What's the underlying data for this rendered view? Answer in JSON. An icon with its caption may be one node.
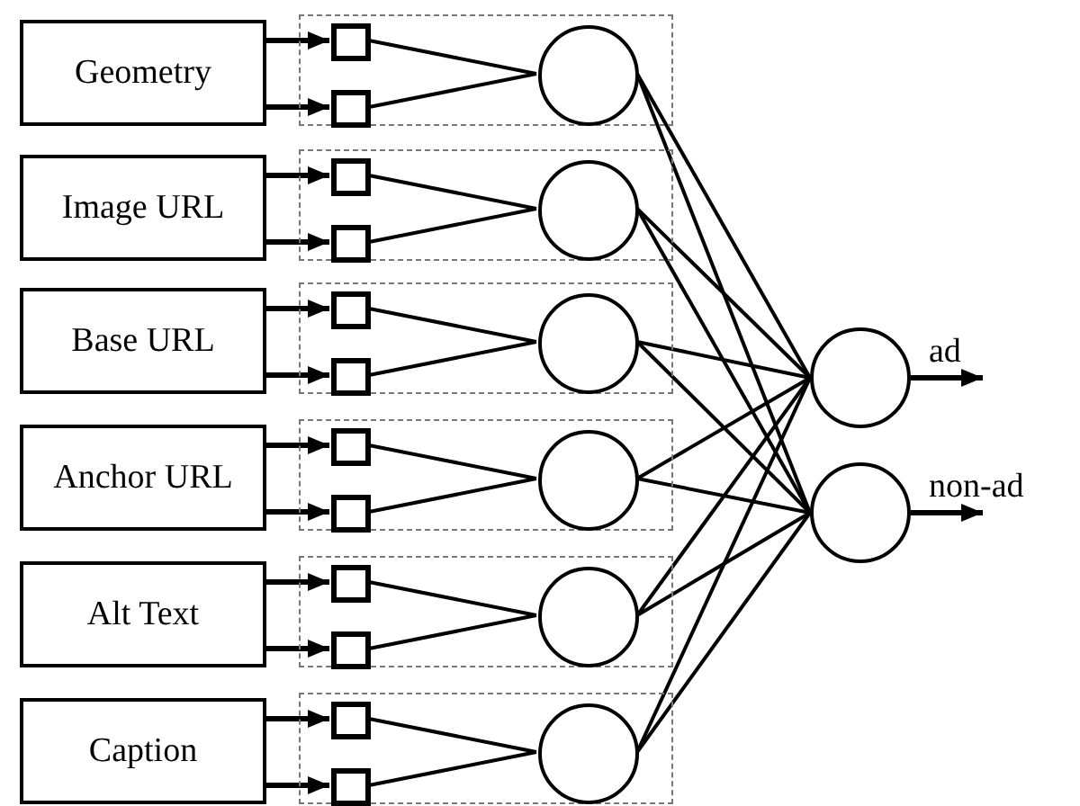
{
  "diagram": {
    "nodes": [
      {
        "text": [
          "Geometry"
        ]
      },
      {
        "text": [],
        "shape": "box"
      },
      {
        "text": [],
        "shape": "box",
        "in": 1
      },
      {
        "text": [],
        "shape": "box",
        "in": 1
      },
      {
        "text": [],
        "shape": "circle",
        "in": 1
      },
      {
        "text": [
          "Image URL"
        ]
      },
      {
        "text": [],
        "shape": "box"
      },
      {
        "text": [],
        "shape": "box",
        "in": 6
      },
      {
        "text": [],
        "shape": "box",
        "in": 6
      },
      {
        "text": [],
        "shape": "circle",
        "in": 6
      },
      {
        "text": [
          "Base URL"
        ]
      },
      {
        "text": [],
        "shape": "box"
      },
      {
        "text": [],
        "shape": "box",
        "in": 11
      },
      {
        "text": [],
        "shape": "box",
        "in": 11
      },
      {
        "text": [],
        "shape": "circle",
        "in": 11
      },
      {
        "text": [
          "Anchor URL"
        ]
      },
      {
        "text": [],
        "shape": "box"
      },
      {
        "text": [],
        "shape": "box",
        "in": 16
      },
      {
        "text": [],
        "shape": "box",
        "in": 16
      },
      {
        "text": [],
        "shape": "circle",
        "in": 16
      },
      {
        "text": [
          "Alt Text"
        ]
      },
      {
        "text": [],
        "shape": "box"
      },
      {
        "text": [],
        "shape": "box",
        "in": 21
      },
      {
        "text": [],
        "shape": "box",
        "in": 21
      },
      {
        "text": [],
        "shape": "circle",
        "in": 21
      },
      {
        "text": [
          "Caption"
        ]
      },
      {
        "text": [],
        "shape": "box"
      },
      {
        "text": [],
        "shape": "box",
        "in": 26
      },
      {
        "text": [],
        "shape": "box",
        "in": 26
      },
      {
        "text": [],
        "shape": "circle",
        "in": 26
      },
      {
        "text": [],
        "shape": "circle"
      },
      {
        "text": [],
        "shape": "circle"
      }
    ],
    "edges": [
      {
        "from": 0,
        "to": 2,
        "arrow": "to"
      },
      {
        "from": 0,
        "to": 3,
        "arrow": "to"
      },
      {
        "from": 2,
        "to": 4,
        "arrow": "none"
      },
      {
        "from": 3,
        "to": 4,
        "arrow": "none"
      },
      {
        "from": 5,
        "to": 7,
        "arrow": "to"
      },
      {
        "from": 5,
        "to": 8,
        "arrow": "to"
      },
      {
        "from": 7,
        "to": 9,
        "arrow": "none"
      },
      {
        "from": 8,
        "to": 9,
        "arrow": "none"
      },
      {
        "from": 10,
        "to": 12,
        "arrow": "to"
      },
      {
        "from": 10,
        "to": 13,
        "arrow": "to"
      },
      {
        "from": 12,
        "to": 14,
        "arrow": "none"
      },
      {
        "from": 13,
        "to": 14,
        "arrow": "none"
      },
      {
        "from": 15,
        "to": 17,
        "arrow": "to"
      },
      {
        "from": 15,
        "to": 18,
        "arrow": "to"
      },
      {
        "from": 17,
        "to": 19,
        "arrow": "none"
      },
      {
        "from": 18,
        "to": 19,
        "arrow": "none"
      },
      {
        "from": 20,
        "to": 22,
        "arrow": "to"
      },
      {
        "from": 20,
        "to": 23,
        "arrow": "to"
      },
      {
        "from": 22,
        "to": 24,
        "arrow": "none"
      },
      {
        "from": 23,
        "to": 24,
        "arrow": "none"
      },
      {
        "from": 25,
        "to": 27,
        "arrow": "to"
      },
      {
        "from": 25,
        "to": 28,
        "arrow": "to"
      },
      {
        "from": 27,
        "to": 29,
        "arrow": "none"
      },
      {
        "from": 28,
        "to": 29,
        "arrow": "none"
      },
      {
        "from": 4,
        "to": 30,
        "arrow": "none"
      },
      {
        "from": 4,
        "to": 31,
        "arrow": "none"
      },
      {
        "from": 9,
        "to": 30,
        "arrow": "none"
      },
      {
        "from": 9,
        "to": 31,
        "arrow": "none"
      },
      {
        "from": 14,
        "to": 30,
        "arrow": "none"
      },
      {
        "from": 14,
        "to": 31,
        "arrow": "none"
      },
      {
        "from": 19,
        "to": 30,
        "arrow": "none"
      },
      {
        "from": 19,
        "to": 31,
        "arrow": "none"
      },
      {
        "from": 24,
        "to": 30,
        "arrow": "none"
      },
      {
        "from": 24,
        "to": 31,
        "arrow": "none"
      },
      {
        "from": 29,
        "to": 30,
        "arrow": "none"
      },
      {
        "from": 29,
        "to": 31,
        "arrow": "none"
      },
      {
        "from": 30,
        "to": null,
        "arrow": "to",
        "label": "ad"
      },
      {
        "from": 31,
        "to": null,
        "arrow": "to",
        "label": "non-ad"
      }
    ]
  }
}
